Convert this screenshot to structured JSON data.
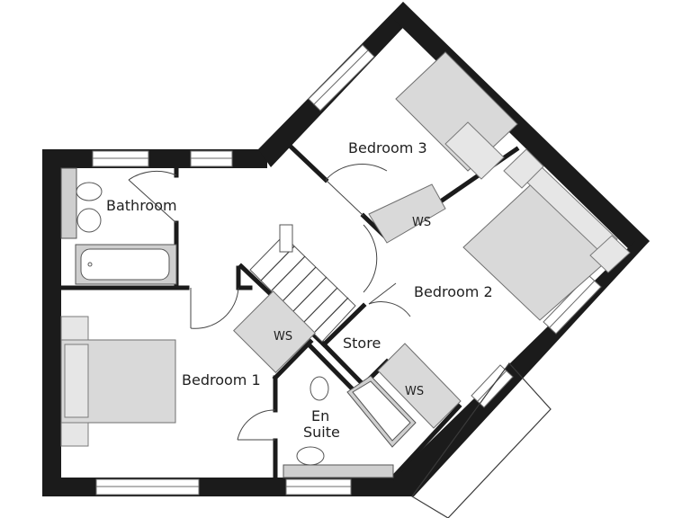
{
  "rooms": {
    "bedroom1": "Bedroom 1",
    "bedroom2": "Bedroom 2",
    "bedroom3": "Bedroom 3",
    "bathroom": "Bathroom",
    "ensuite_line1": "En",
    "ensuite_line2": "Suite",
    "store": "Store"
  },
  "storage": {
    "ws_bedroom1": "WS",
    "ws_bedroom2": "WS",
    "ws_bedroom3": "WS"
  },
  "colors": {
    "wall": "#1b1b1b",
    "furniture": "#d9d9d9",
    "background": "#ffffff"
  }
}
